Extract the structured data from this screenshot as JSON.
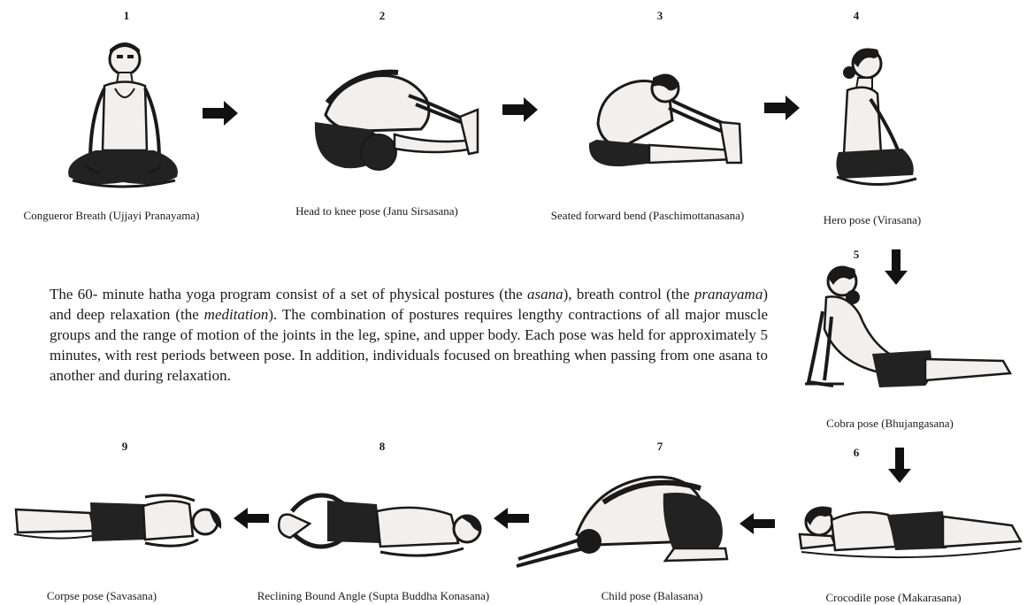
{
  "poses": [
    {
      "id": 1,
      "number": "1",
      "caption": "Congueror Breath (Ujjayi Pranayama)",
      "icon": "seated-breathing-figure-icon"
    },
    {
      "id": 2,
      "number": "2",
      "caption": "Head to knee pose (Janu Sirsasana)",
      "icon": "forward-fold-figure-icon"
    },
    {
      "id": 3,
      "number": "3",
      "caption": "Seated forward bend (Paschimottanasana)",
      "icon": "seated-forward-bend-figure-icon"
    },
    {
      "id": 4,
      "number": "4",
      "caption": "Hero pose (Virasana)",
      "icon": "kneeling-figure-icon"
    },
    {
      "id": 5,
      "number": "5",
      "caption": "Cobra pose (Bhujangasana)",
      "icon": "cobra-figure-icon"
    },
    {
      "id": 6,
      "number": "6",
      "caption": "Crocodile pose (Makarasana)",
      "icon": "prone-figure-icon"
    },
    {
      "id": 7,
      "number": "7",
      "caption": "Child pose (Balasana)",
      "icon": "child-pose-figure-icon"
    },
    {
      "id": 8,
      "number": "8",
      "caption": "Reclining Bound Angle (Supta Buddha Konasana)",
      "icon": "reclining-figure-icon"
    },
    {
      "id": 9,
      "number": "9",
      "caption": "Corpse pose (Savasana)",
      "icon": "supine-figure-icon"
    }
  ],
  "description": {
    "segments": [
      {
        "text": "The 60- minute hatha yoga program consist of a set of physical postures (the ",
        "italic": false
      },
      {
        "text": "asana",
        "italic": true
      },
      {
        "text": "), breath control (the ",
        "italic": false
      },
      {
        "text": "pranayama",
        "italic": true
      },
      {
        "text": ") and deep relaxation (the ",
        "italic": false
      },
      {
        "text": "meditation",
        "italic": true
      },
      {
        "text": "). The combination of postures requires lengthy contractions of all major muscle groups and the range of motion of the joints in the leg, spine, and upper body. Each pose was held for approximately 5 minutes, with rest periods between pose. In addition, individuals focused on breathing when passing from one asana to another and during relaxation.",
        "italic": false
      }
    ]
  },
  "colors": {
    "ink": "#1a1a1a",
    "arrow": "#111111",
    "skin": "#f2f0ee",
    "shorts": "#222222"
  }
}
